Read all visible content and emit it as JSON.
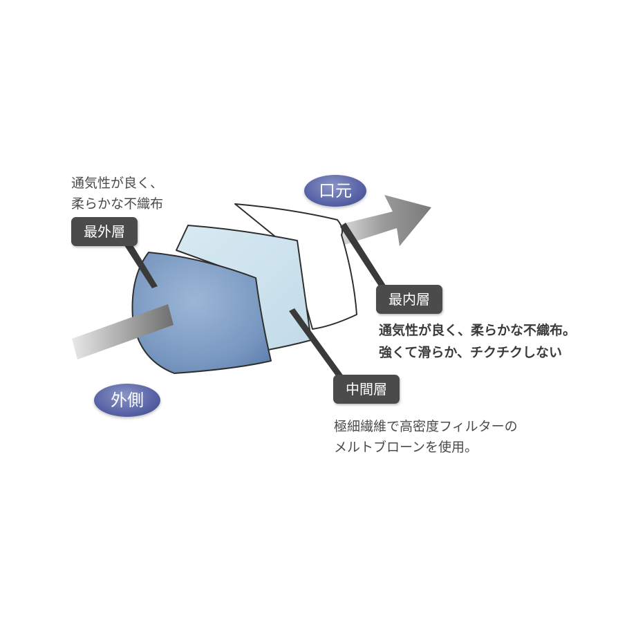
{
  "colors": {
    "outer_layer": "#7f9dc4",
    "middle_layer": "#cfe3ee",
    "inner_layer": "#ffffff",
    "tag_bg": "#4b4b4b",
    "pill_bg": "#5b67a8",
    "arrow": "#8a8a8a"
  },
  "outer": {
    "desc_line1": "通気性が良く、",
    "desc_line2": "柔らかな不織布",
    "tag": "最外層"
  },
  "inner": {
    "tag": "最内層",
    "desc_line1": "通気性が良く、柔らかな不織布。",
    "desc_line2": "強くて滑らか、チクチクしない"
  },
  "middle": {
    "tag": "中間層",
    "desc_line1": "極細繊維で高密度フィルターの",
    "desc_line2": "メルトブローンを使用。"
  },
  "sides": {
    "mouth": "口元",
    "outside": "外側"
  }
}
